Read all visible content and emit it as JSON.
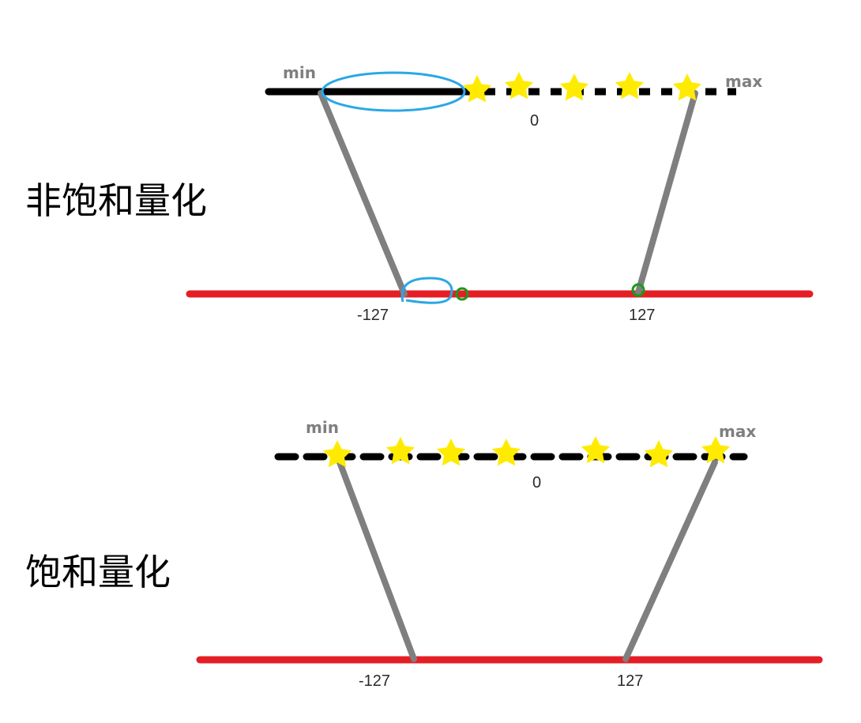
{
  "colors": {
    "float_axis": "#000000",
    "int_axis": "#e51e25",
    "mapping_line": "#7f7f7f",
    "star": "#ffeb00",
    "clipped_region": "#2ba7e6",
    "marker": "#1a9a1a"
  },
  "icons": {
    "value_marker": "star-icon",
    "boundary_marker": "circle-icon"
  },
  "panels": [
    {
      "title": "非饱和量化",
      "float_axis": {
        "min_label": "min",
        "max_label": "max",
        "zero_label": "0"
      },
      "int_axis": {
        "low_label": "-127",
        "high_label": "127"
      }
    },
    {
      "title": "饱和量化",
      "float_axis": {
        "min_label": "min",
        "max_label": "max",
        "zero_label": "0"
      },
      "int_axis": {
        "low_label": "-127",
        "high_label": "127"
      }
    }
  ]
}
